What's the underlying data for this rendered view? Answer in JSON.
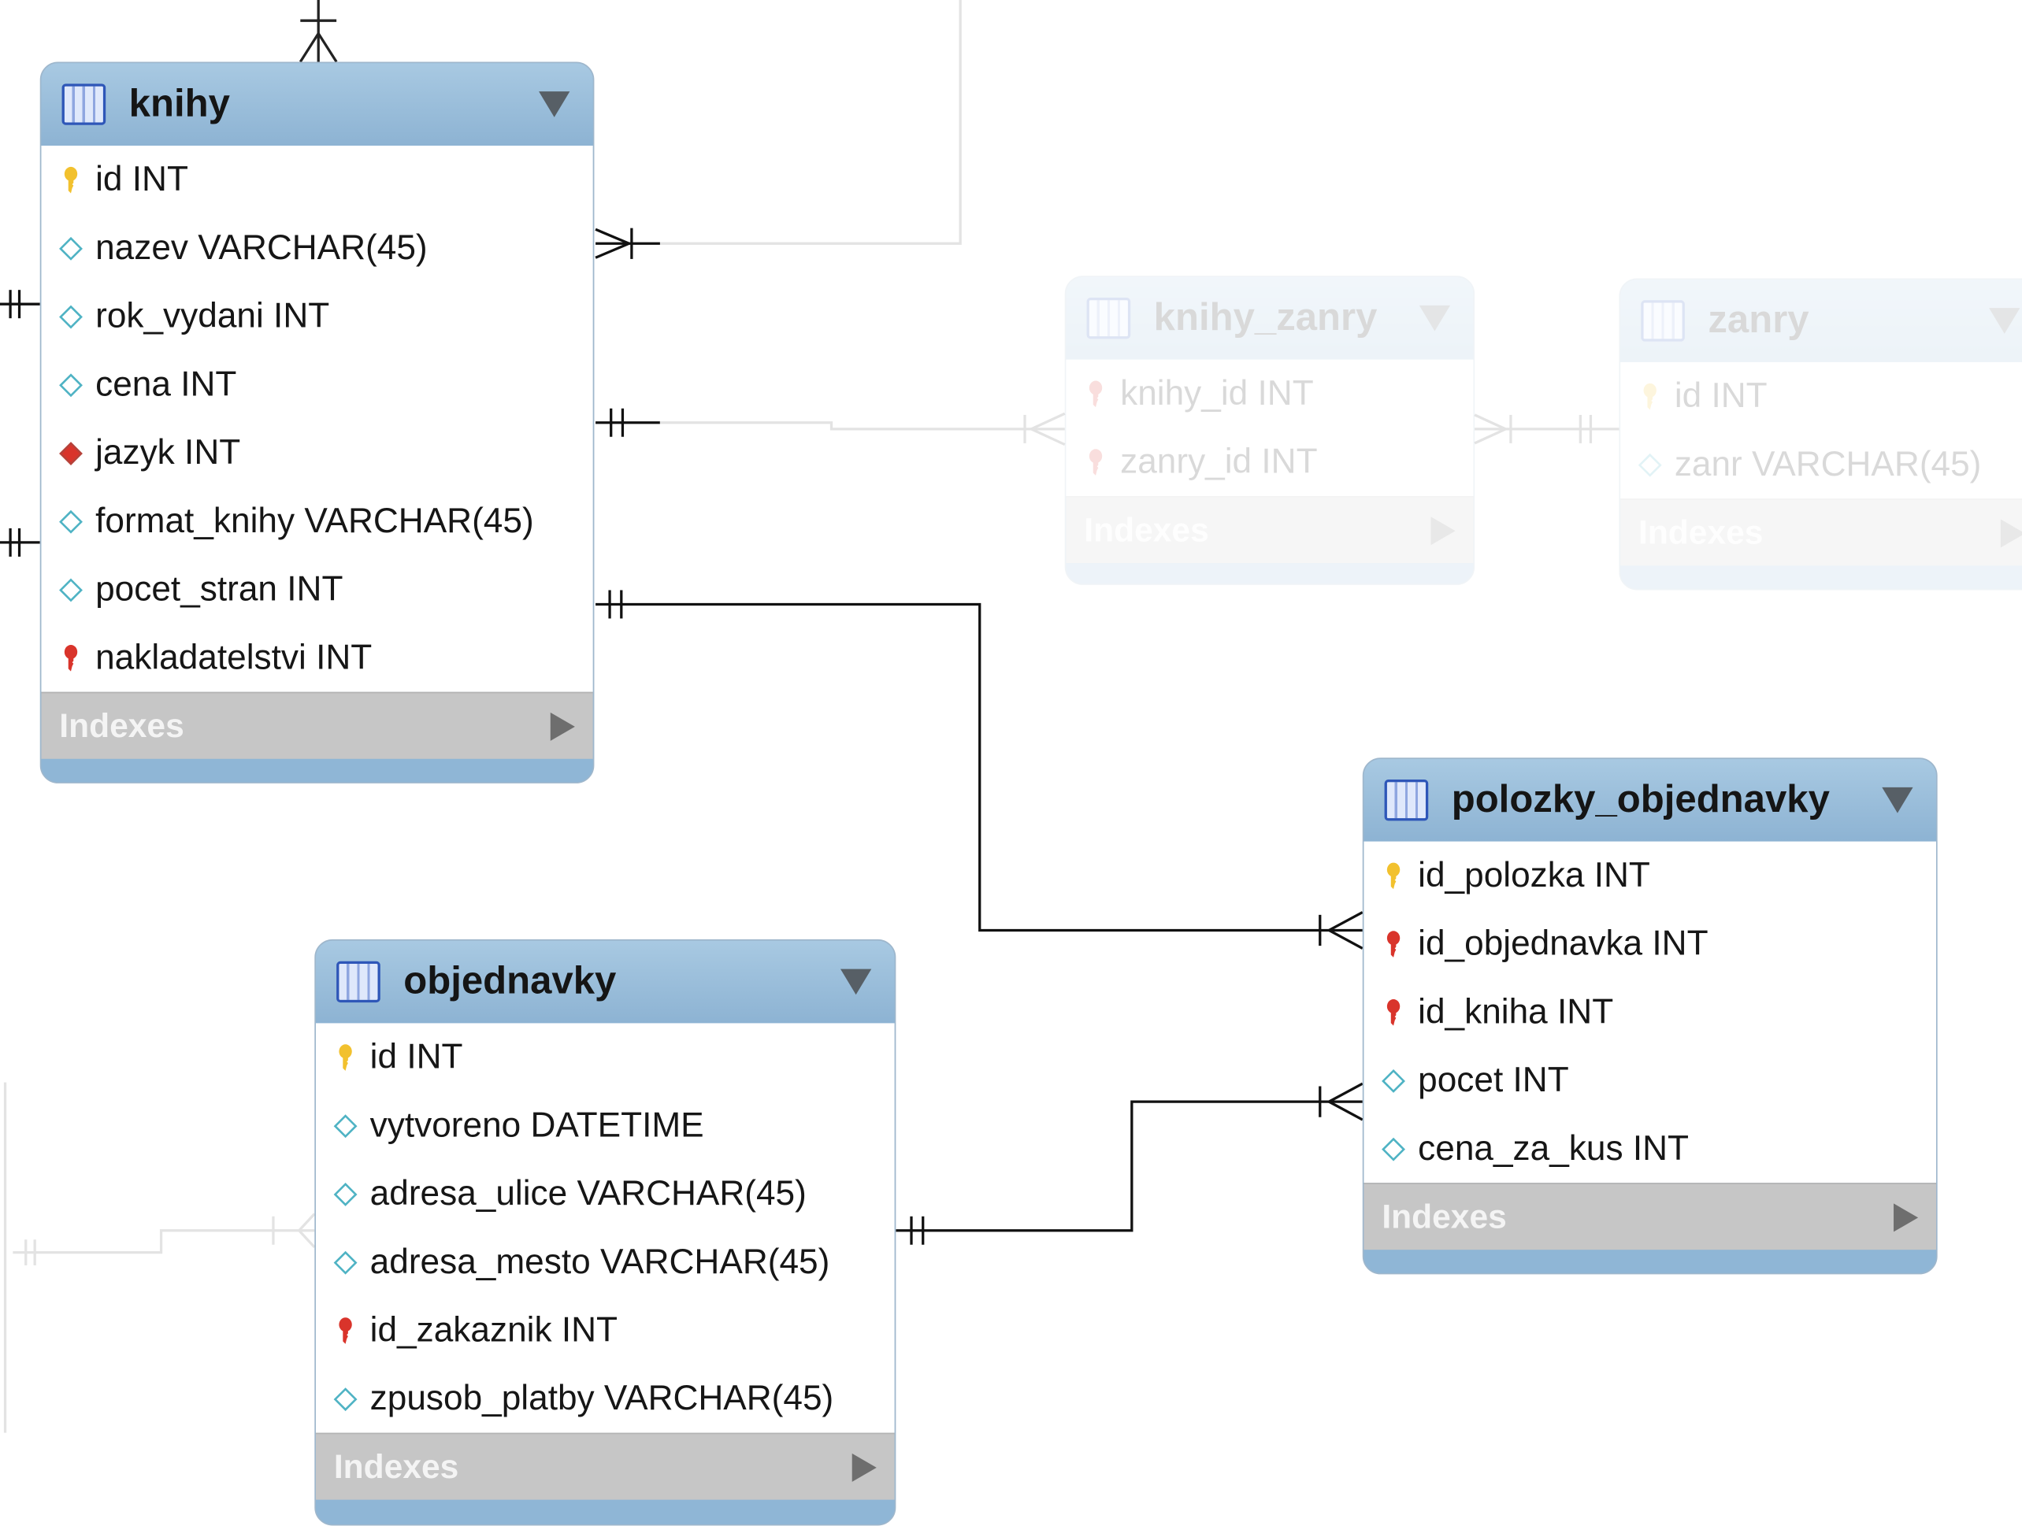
{
  "tables": {
    "knihy": {
      "name": "knihy",
      "columns": [
        {
          "label": "id INT",
          "icon": "primary-key-icon"
        },
        {
          "label": "nazev VARCHAR(45)",
          "icon": "column-diamond-icon"
        },
        {
          "label": "rok_vydani INT",
          "icon": "column-diamond-icon"
        },
        {
          "label": "cena INT",
          "icon": "column-diamond-icon"
        },
        {
          "label": "jazyk INT",
          "icon": "foreign-column-diamond-icon"
        },
        {
          "label": "format_knihy VARCHAR(45)",
          "icon": "column-diamond-icon"
        },
        {
          "label": "pocet_stran INT",
          "icon": "column-diamond-icon"
        },
        {
          "label": "nakladatelstvi INT",
          "icon": "foreign-key-icon"
        }
      ],
      "indexes_label": "Indexes"
    },
    "knihy_zanry": {
      "name": "knihy_zanry",
      "columns": [
        {
          "label": "knihy_id INT",
          "icon": "foreign-key-icon"
        },
        {
          "label": "zanry_id INT",
          "icon": "foreign-key-icon"
        }
      ],
      "indexes_label": "Indexes"
    },
    "zanry": {
      "name": "zanry",
      "columns": [
        {
          "label": "id INT",
          "icon": "primary-key-icon"
        },
        {
          "label": "zanr VARCHAR(45)",
          "icon": "column-diamond-icon"
        }
      ],
      "indexes_label": "Indexes"
    },
    "polozky_objednavky": {
      "name": "polozky_objednavky",
      "columns": [
        {
          "label": "id_polozka INT",
          "icon": "primary-key-icon"
        },
        {
          "label": "id_objednavka INT",
          "icon": "foreign-key-icon"
        },
        {
          "label": "id_kniha INT",
          "icon": "foreign-key-icon"
        },
        {
          "label": "pocet INT",
          "icon": "column-diamond-icon"
        },
        {
          "label": "cena_za_kus INT",
          "icon": "column-diamond-icon"
        }
      ],
      "indexes_label": "Indexes"
    },
    "objednavky": {
      "name": "objednavky",
      "columns": [
        {
          "label": "id INT",
          "icon": "primary-key-icon"
        },
        {
          "label": "vytvoreno DATETIME",
          "icon": "column-diamond-icon"
        },
        {
          "label": "adresa_ulice VARCHAR(45)",
          "icon": "column-diamond-icon"
        },
        {
          "label": "adresa_mesto VARCHAR(45)",
          "icon": "column-diamond-icon"
        },
        {
          "label": "id_zakaznik INT",
          "icon": "foreign-key-icon"
        },
        {
          "label": "zpusob_platby VARCHAR(45)",
          "icon": "column-diamond-icon"
        }
      ],
      "indexes_label": "Indexes"
    }
  },
  "colors": {
    "header": "#8fb6d6",
    "indexes_bar": "#c6c6c6",
    "primary_key": "#f2c12e",
    "foreign_key": "#d9342b",
    "column_diamond": "#4fb3c4",
    "relationship_line": "#111111",
    "faded_line": "#e3e3e3"
  }
}
